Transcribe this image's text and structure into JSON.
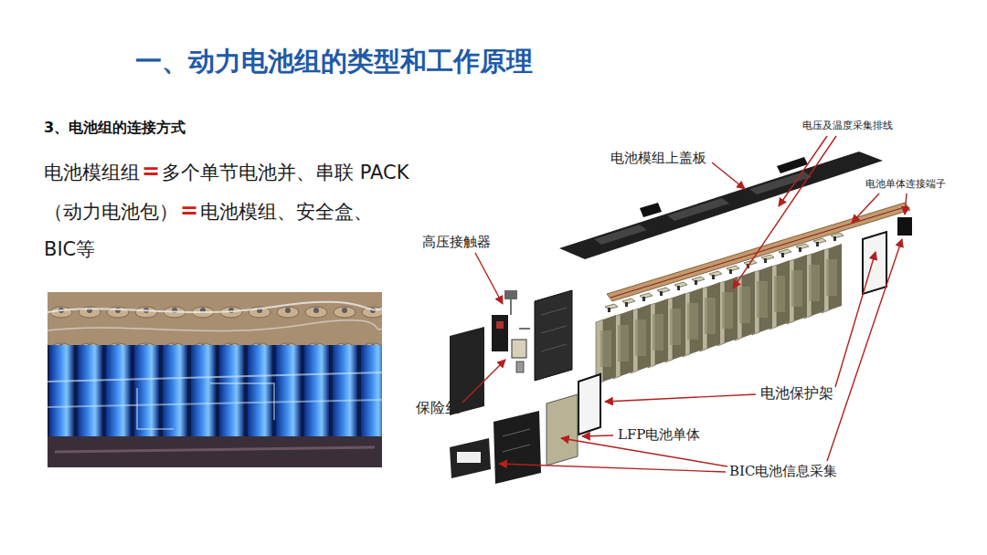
{
  "diagram": {
    "title": "一、动力电池组的类型和工作原理",
    "labels": [
      "3、电池组的连接方式",
      "电池模组组",
      "=",
      "多个单节电池并、串联 PACK",
      "（动力电池包）",
      "=",
      "电池模组、安全盒、",
      "BIC等",
      "电压及温度采集排线",
      "电池模组上盖板",
      "电池单体连接端子",
      "高压接触器",
      "电池保护架",
      "保险丝",
      "LFP电池单体",
      "BIC电池信息采集"
    ]
  }
}
